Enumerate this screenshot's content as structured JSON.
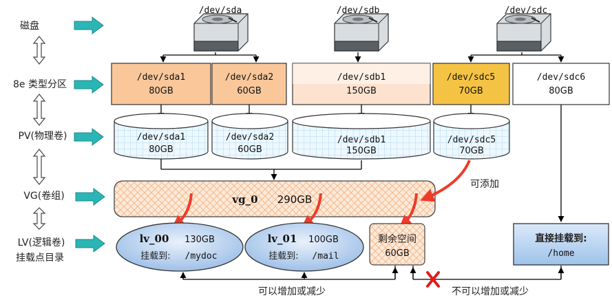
{
  "disks": [
    {
      "name": "/dev/sda"
    },
    {
      "name": "/dev/sdb"
    },
    {
      "name": "/dev/sdc"
    }
  ],
  "left_labels": {
    "disk": "磁盘",
    "partition": "8e 类型分区",
    "pv": "PV(物理卷)",
    "vg": "VG(卷组)",
    "lv_line1": "LV(逻辑卷)",
    "lv_line2": "挂载点目录"
  },
  "partitions": [
    {
      "name": "/dev/sda1",
      "size": "80GB",
      "color": "#f9c79a"
    },
    {
      "name": "/dev/sda2",
      "size": "60GB",
      "color": "#f9c79a"
    },
    {
      "name": "/dev/sdb1",
      "size": "150GB",
      "color": "#f9c79a"
    },
    {
      "name": "/dev/sdc5",
      "size": "70GB",
      "color": "#f5c343"
    },
    {
      "name": "/dev/sdc6",
      "size": "80GB",
      "color": "#ffffff"
    }
  ],
  "pvs": [
    {
      "name": "/dev/sda1",
      "size": "80GB"
    },
    {
      "name": "/dev/sda2",
      "size": "60GB"
    },
    {
      "name": "/dev/sdb1",
      "size": "150GB"
    },
    {
      "name": "/dev/sdc5",
      "size": "70GB"
    }
  ],
  "vg": {
    "name": "vg_0",
    "size": "290GB",
    "add_note": "可添加"
  },
  "lvs": [
    {
      "name": "lv_00",
      "size": "130GB",
      "mount_label": "挂载到:",
      "mount": "/mydoc"
    },
    {
      "name": "lv_01",
      "size": "100GB",
      "mount_label": "挂载到:",
      "mount": "/mail"
    }
  ],
  "free": {
    "line1": "剩余空间",
    "line2": "60GB"
  },
  "direct": {
    "line1": "直接挂载到:",
    "line2": "/home"
  },
  "notes": {
    "resizable": "可以增加或减少",
    "not_resizable": "不可以增加或减少"
  },
  "colors": {
    "arrow_teal": "#2bb5b5",
    "partition_orange": "#f9c79a",
    "partition_yellow": "#f5c343",
    "vg_fill": "#fde6d2",
    "lv_fill": "#c8dcf5",
    "pv_fill": "#e8f5ff",
    "red_arrow": "#ee3b2b"
  }
}
